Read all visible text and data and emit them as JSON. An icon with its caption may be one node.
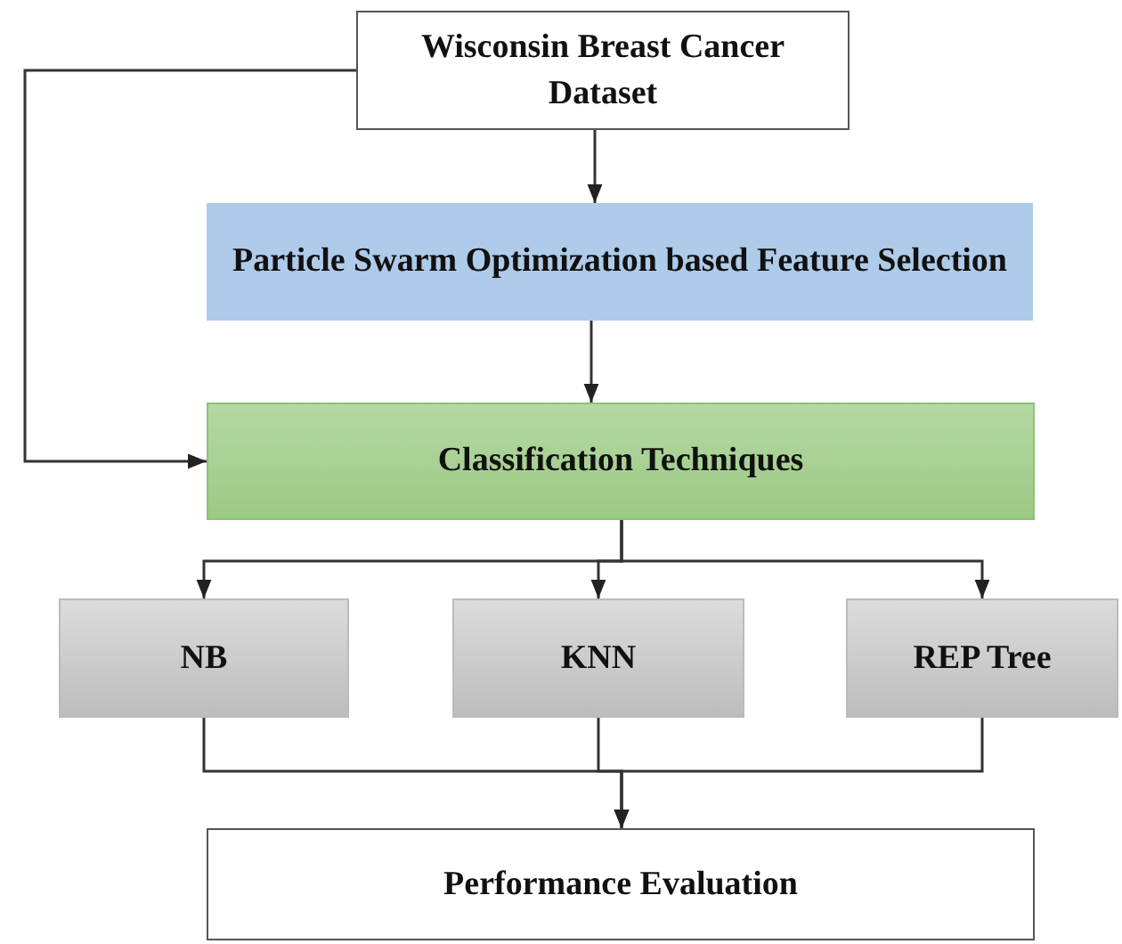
{
  "diagram": {
    "nodes": [
      {
        "text": [
          "Wisconsin Breast Cancer Dataset"
        ]
      },
      {
        "text": [
          "Particle Swarm Optimization based Feature Selection"
        ]
      },
      {
        "text": [
          "Classification Techniques"
        ]
      },
      {
        "text": [
          "NB"
        ]
      },
      {
        "text": [
          "KNN"
        ]
      },
      {
        "text": [
          "REP Tree"
        ]
      },
      {
        "text": [
          "Performance Evaluation"
        ]
      }
    ],
    "edges": [
      {
        "from": 0,
        "to": 1,
        "arrow": "to"
      },
      {
        "from": 1,
        "to": 2,
        "arrow": "to"
      },
      {
        "from": 0,
        "to": 2,
        "arrow": "to"
      },
      {
        "from": 2,
        "to": 3,
        "arrow": "to"
      },
      {
        "from": 2,
        "to": 4,
        "arrow": "to"
      },
      {
        "from": 2,
        "to": 5,
        "arrow": "to"
      },
      {
        "from": 3,
        "to": 6,
        "arrow": "to"
      },
      {
        "from": 4,
        "to": 6,
        "arrow": "to"
      },
      {
        "from": 5,
        "to": 6,
        "arrow": "to"
      }
    ]
  }
}
